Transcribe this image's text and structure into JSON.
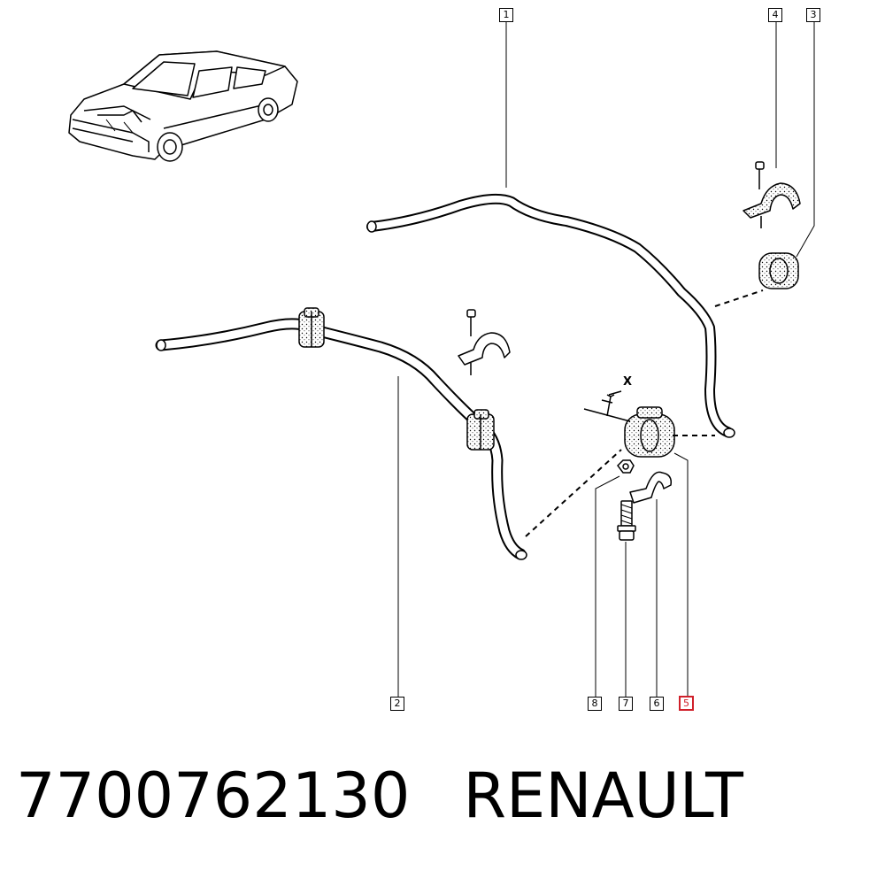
{
  "callouts": [
    {
      "id": "1",
      "label": "1"
    },
    {
      "id": "2",
      "label": "2"
    },
    {
      "id": "3",
      "label": "3"
    },
    {
      "id": "4",
      "label": "4"
    },
    {
      "id": "5",
      "label": "5"
    },
    {
      "id": "6",
      "label": "6"
    },
    {
      "id": "7",
      "label": "7"
    },
    {
      "id": "8",
      "label": "8"
    }
  ],
  "dimension_label": "X",
  "caption": {
    "part_number": "7700762130",
    "brand": "RENAULT"
  },
  "colors": {
    "line": "#000000",
    "highlight": "#d0202a",
    "background": "#ffffff"
  }
}
